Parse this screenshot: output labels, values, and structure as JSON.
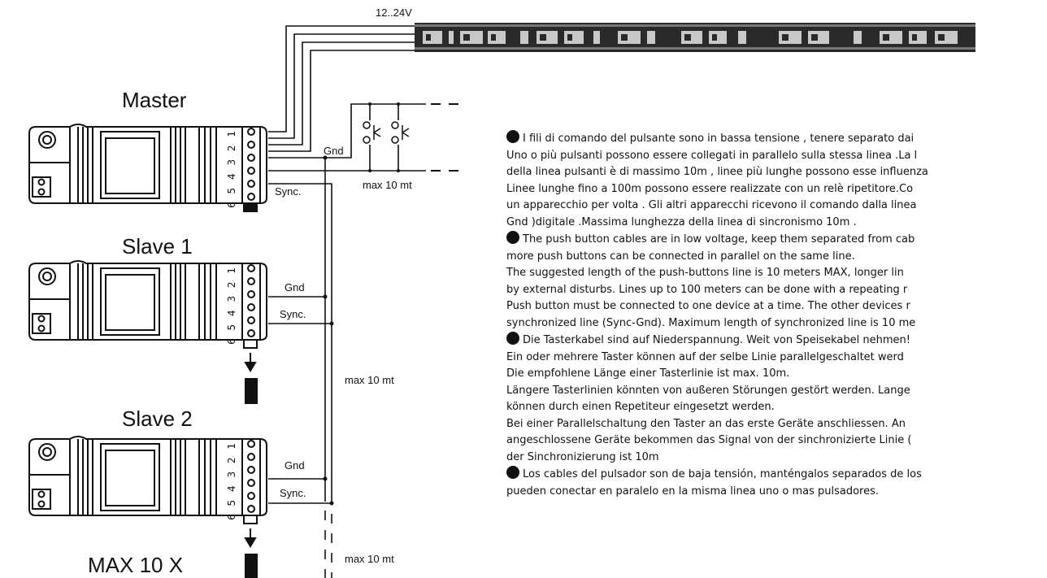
{
  "strip": {
    "voltage_label": "12..24V"
  },
  "devices": {
    "master": {
      "title": "Master",
      "pins": "6 5 4 3 2 1"
    },
    "slave1": {
      "title": "Slave 1",
      "pins": "6 5 4 3 2 1"
    },
    "slave2": {
      "title": "Slave 2",
      "pins": "6 5 4 3 2 1"
    },
    "max_label": "MAX 10 X"
  },
  "wiring_labels": {
    "gnd": "Gnd",
    "sync": "Sync.",
    "max_line_1": "max 10 mt",
    "max_line_2": "max 10 mt",
    "max_line_3": "max 10 mt"
  },
  "notes": {
    "italian": [
      "I fili di comando del pulsante sono in bassa tensione , tenere separato dai",
      "Uno o più pulsanti possono essere collegati in parallelo sulla stessa linea .La l",
      "della linea pulsanti è di massimo 10m , linee più lunghe possono esse influenza",
      "Linee lunghe fino a 100m possono essere realizzate con un relè ripetitore.Co",
      "un apparecchio per volta . Gli altri apparecchi ricevono il comando dalla linea",
      "Gnd )digitale .Massima lunghezza della linea di sincronismo 10m ."
    ],
    "english": [
      "The push button cables are in low voltage, keep them separated from cab",
      "more push buttons can be connected in parallel on the same line.",
      "The suggested length of the push-buttons line is 10 meters MAX, longer lin",
      "by external disturbs. Lines up to 100 meters can be done with a repeating r",
      "Push button must be connected to one device at a time. The other devices r",
      "synchronized line (Sync-Gnd). Maximum length of synchronized line is 10 me"
    ],
    "german": [
      "Die Tasterkabel sind auf Niederspannung. Weit von Speisekabel nehmen!",
      "Ein oder mehrere Taster können auf der selbe Linie parallelgeschaltet werd",
      "Die empfohlene Länge einer Tasterlinie ist max. 10m.",
      "Längere Tasterlinien könnten von außeren Störungen gestört werden. Lange",
      "können durch einen Repetiteur eingesetzt werden.",
      "Bei einer Parallelschaltung den Taster an das erste Geräte anschliessen. An",
      "angeschlossene Geräte bekommen das Signal von der sinchronizierte Linie (",
      "der Sinchronizierung ist 10m"
    ],
    "spanish": [
      "Los cables del pulsador son de baja tensión, manténgalos separados de los",
      "pueden conectar en paralelo en la misma linea uno o mas pulsadores."
    ]
  }
}
